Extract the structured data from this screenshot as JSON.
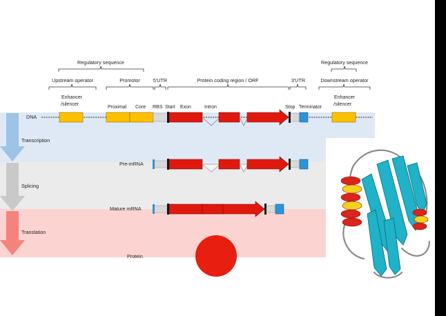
{
  "labels": {
    "regulatory_left": "Regulatory sequence",
    "regulatory_right": "Regulatory sequence",
    "upstream_operator": "Upstream operator",
    "promotor": "Promotor",
    "utr5": "5'UTR",
    "coding_region": "Protein coding region / ORF",
    "utr3": "3'UTR",
    "downstream_operator": "Downstream operator",
    "enhancer_left_line1": "Enhancer",
    "enhancer_left_line2": "/silencer",
    "proximal": "Proximal",
    "core": "Core",
    "rbs": "RBS",
    "start": "Start",
    "exon": "Exon",
    "intron": "Intron",
    "stop": "Stop",
    "terminator": "Terminator",
    "enhancer_right_line1": "Enhancer",
    "enhancer_right_line2": "/silencer"
  },
  "rows": {
    "dna": "DNA",
    "pre_mrna": "Pre-mRNA",
    "mature_mrna": "Mature mRNA",
    "protein": "Protein"
  },
  "stages": {
    "transcription": "Transcription",
    "splicing": "Splicing",
    "translation": "Translation"
  },
  "colors": {
    "transcription_band": "#dfe9f6",
    "splicing_band": "#ebebeb",
    "translation_band": "#fbd3d0",
    "transcription_arrow": "#9dc3e6",
    "splicing_arrow": "#c9c9c9",
    "translation_arrow": "#f4837e",
    "regulatory_box": "#ffc000",
    "exon": "#e0190f",
    "terminator": "#2e93d6",
    "protein": "#e81e11",
    "helix": "#d9251c",
    "helix_inner": "#f2d21c",
    "sheet": "#1fb2c8"
  },
  "icons": {
    "protein_structure": "protein-ribbon-structure-image"
  }
}
